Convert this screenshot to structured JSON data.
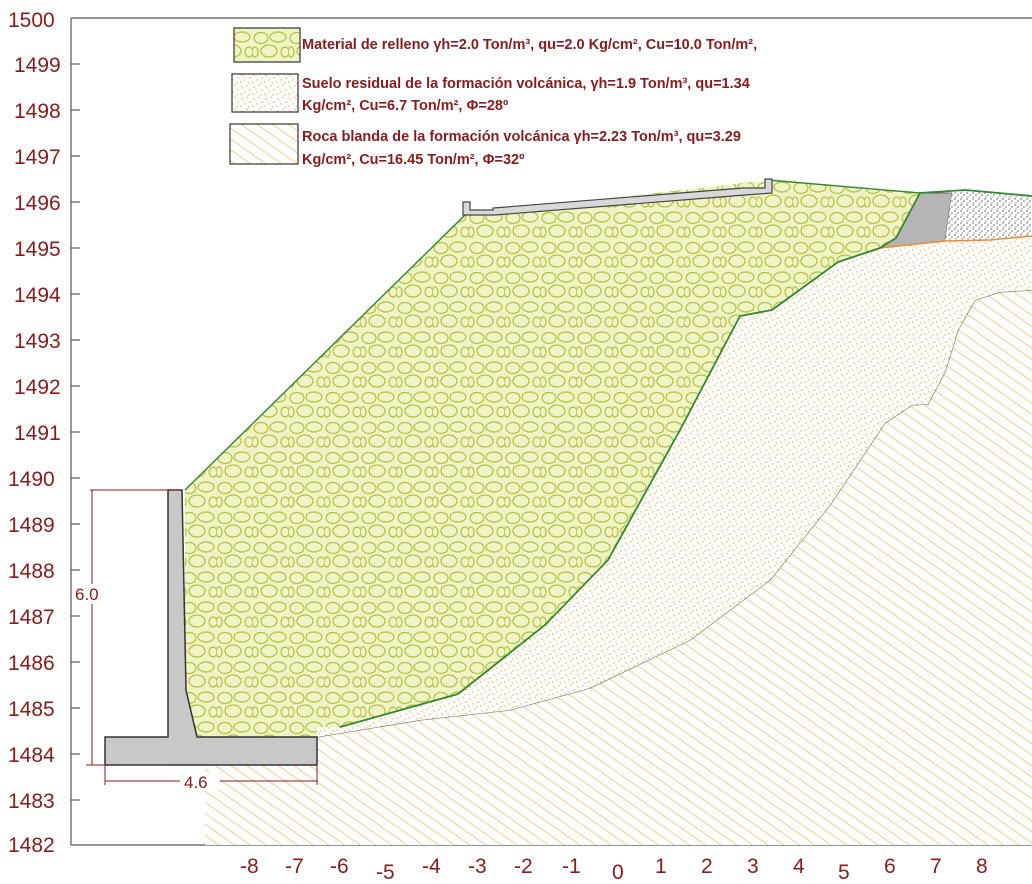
{
  "y_axis": {
    "ticks": [
      "1500",
      "1499",
      "1498",
      "1497",
      "1496",
      "1495",
      "1494",
      "1493",
      "1492",
      "1491",
      "1490",
      "1489",
      "1488",
      "1487",
      "1486",
      "1485",
      "1484",
      "1483",
      "1482"
    ]
  },
  "x_axis": {
    "ticks": [
      "-8",
      "-7",
      "-6",
      "-5",
      "-4",
      "-3",
      "-2",
      "-1",
      "0",
      "1",
      "2",
      "3",
      "4",
      "5",
      "6",
      "7",
      "8"
    ]
  },
  "legend": {
    "fill": {
      "line1": "Material de relleno γh=2.0 Ton/m³, qu=2.0 Kg/cm², Cu=10.0 Ton/m²,"
    },
    "residual": {
      "line1": "Suelo residual de la formación volcánica, γh=1.9 Ton/m³, qu=1.34",
      "line2": "Kg/cm², Cu=6.7 Ton/m², Φ=28º"
    },
    "rock": {
      "line1": "Roca blanda de la formación volcánica γh=2.23 Ton/m³, qu=3.29",
      "line2": "Kg/cm², Cu=16.45 Ton/m², Φ=32º"
    }
  },
  "dimensions": {
    "wall_height": "6.0",
    "footing_width": "4.6"
  },
  "colors": {
    "label": "#8b1a1a",
    "fill_material": "#f0f3c4",
    "fill_outline": "#b7c23a",
    "residual": "#f3a74a",
    "rock_hatch": "#f0c878",
    "fill_boundary": "#2e8b2e",
    "concrete": "#c8c8c8",
    "gravel": "#bdbdbd"
  }
}
